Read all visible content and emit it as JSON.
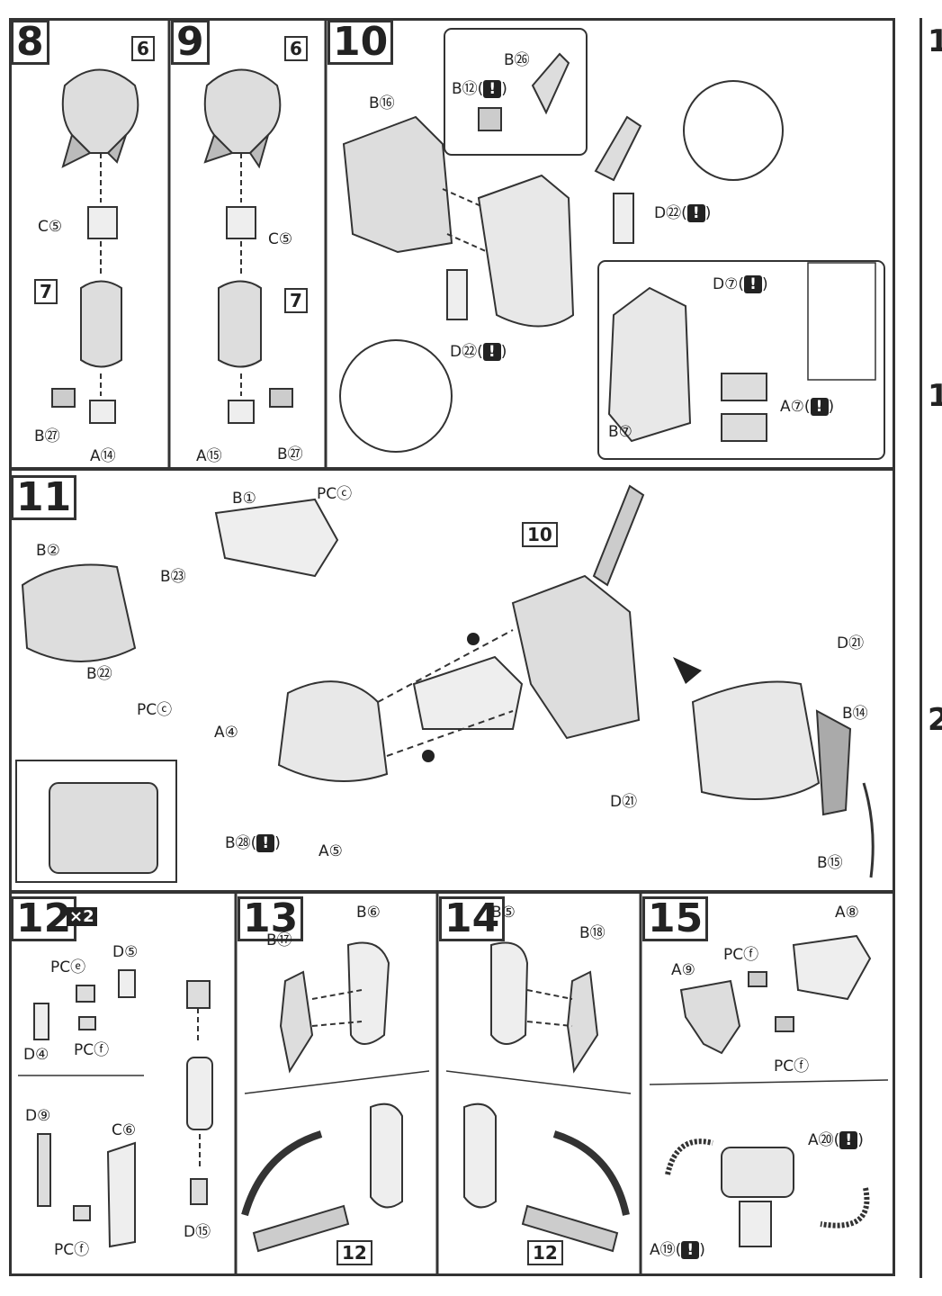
{
  "steps": {
    "s8": {
      "num": "8",
      "ref_top": "6",
      "ref_mid": "7",
      "parts": [
        "C⑤",
        "B㉗",
        "A⑭"
      ]
    },
    "s9": {
      "num": "9",
      "ref_top": "6",
      "ref_mid": "7",
      "parts": [
        "C⑤",
        "A⑮",
        "B㉗"
      ]
    },
    "s10": {
      "num": "10",
      "parts": [
        "B㉖",
        "B⑫(",
        ")",
        "B⑯",
        "D㉒(",
        ")",
        "D⑦(",
        ")",
        "D㉒(",
        ")",
        "A⑦(",
        ")",
        "B⑦"
      ]
    },
    "s11": {
      "num": "11",
      "ref": "10",
      "parts": [
        "B①",
        "PCⓒ",
        "B②",
        "B㉓",
        "B㉒",
        "PCⓒ",
        "A④",
        "B㉘(",
        ")",
        "A⑤",
        "D㉑",
        "B⑭",
        "D㉑",
        "B⑮"
      ]
    },
    "s12": {
      "num": "12",
      "mult": "×2",
      "parts": [
        "PCⓔ",
        "D⑤",
        "D④",
        "PCⓕ",
        "D⑨",
        "C⑥",
        "PCⓕ",
        "D⑮"
      ]
    },
    "s13": {
      "num": "13",
      "ref": "12",
      "parts": [
        "B⑥",
        "B⑰"
      ]
    },
    "s14": {
      "num": "14",
      "ref": "12",
      "parts": [
        "B⑤",
        "B⑱"
      ]
    },
    "s15": {
      "num": "15",
      "parts": [
        "A⑧",
        "PCⓕ",
        "A⑨",
        "PCⓕ",
        "A⑳(",
        ")",
        "A⑲(",
        ")"
      ]
    }
  },
  "warn_symbol": "!",
  "side": {
    "top_num": "1",
    "mid_num": "1",
    "bot_num": "2"
  }
}
